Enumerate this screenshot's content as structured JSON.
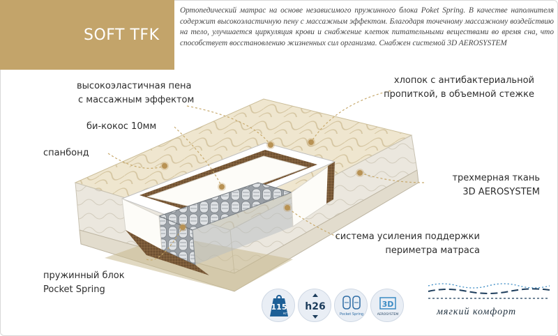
{
  "header": {
    "title": "SOFT TFK",
    "description": "Ортопедический матрас на основе независимого пружинного блока Poket Spring. В качестве наполнителя содержит высокоэластичную пену с массажным эффектом. Благодаря точечному массажному воздействию на тело, улучшается циркуляция крови и снабжение клеток питательными веществами во время сна, что способствует восстановлению жизненных сил организма. Снабжен системой 3D AEROSYSTEM"
  },
  "labels": {
    "foam": {
      "line1": "высокоэластичная пена",
      "line2": "с массажным эффектом"
    },
    "coconut": "би-кокос 10мм",
    "spunbond": "спанбонд",
    "pocket": {
      "line1": "пружинный блок",
      "line2": "Pocket Spring"
    },
    "cotton": {
      "line1": "хлопок с антибактериальной",
      "line2": "пропиткой, в объемной стежке"
    },
    "fabric": {
      "line1": "трехмерная ткань",
      "line2": "3D AEROSYSTEM"
    },
    "perimeter": {
      "line1": "система усиления поддержки",
      "line2": "периметра матраса"
    }
  },
  "badges": {
    "weight": {
      "value": "115",
      "unit": "кг",
      "icon": "weight-icon"
    },
    "height": {
      "value": "h26",
      "icon": "height-icon"
    },
    "spring": {
      "label": "Pocket Spring",
      "icon": "spring-icon"
    },
    "aero": {
      "value": "3D",
      "label": "AEROSYSTEM",
      "icon": "aerosystem-icon"
    }
  },
  "comfort": {
    "label": "мягкий комфорт",
    "icon": "wave-icon"
  },
  "colors": {
    "accent": "#c3a46a",
    "dot": "#b89254",
    "navy": "#1d3d5c",
    "blue": "#3a8bc4"
  }
}
